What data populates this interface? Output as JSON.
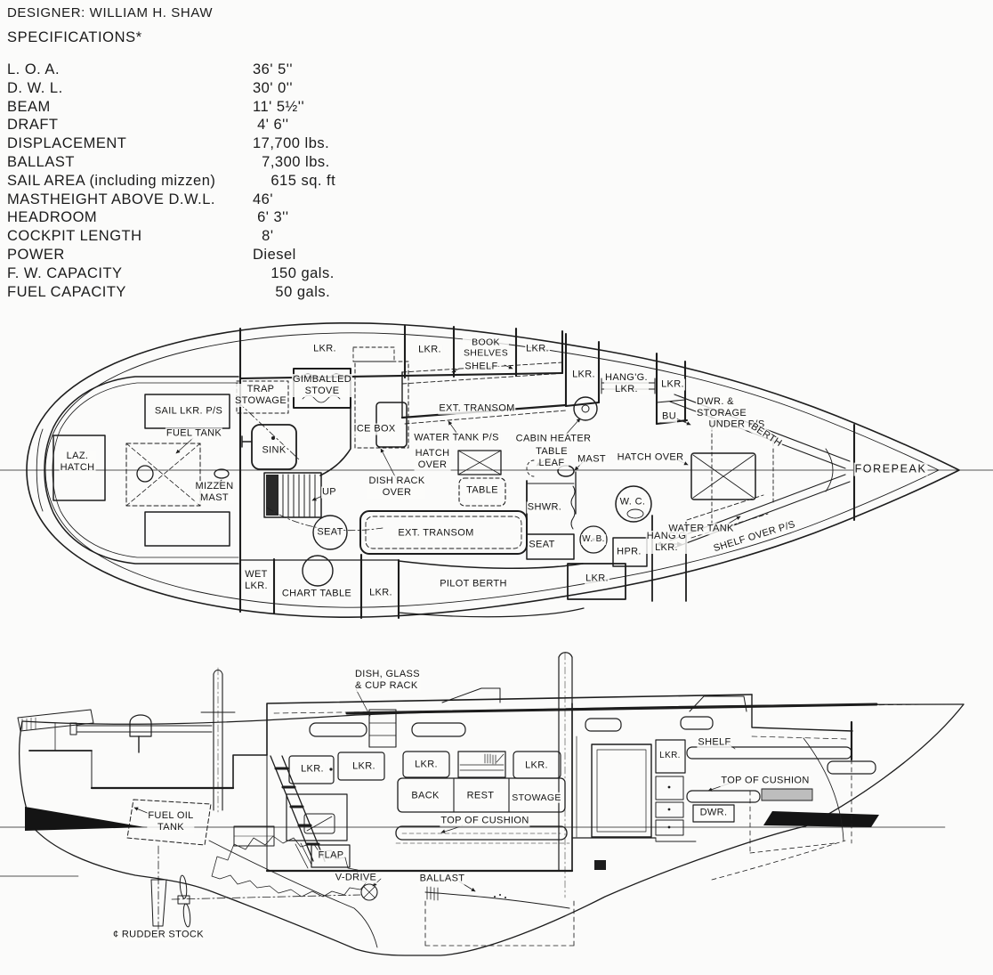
{
  "header": {
    "designer": "DESIGNER: WILLIAM H. SHAW",
    "title": "SPECIFICATIONS*"
  },
  "specs": [
    {
      "label": "L. O. A.",
      "value": "36' 5''"
    },
    {
      "label": "D. W. L.",
      "value": "30' 0''"
    },
    {
      "label": "BEAM",
      "value": "11' 5½''"
    },
    {
      "label": "DRAFT",
      "value": " 4' 6''"
    },
    {
      "label": "DISPLACEMENT",
      "value": "17,700 lbs."
    },
    {
      "label": "BALLAST",
      "value": "  7,300 lbs."
    },
    {
      "label": "SAIL AREA (including mizzen)",
      "value": "    615 sq. ft"
    },
    {
      "label": "MASTHEIGHT ABOVE D.W.L.",
      "value": "46'"
    },
    {
      "label": "HEADROOM",
      "value": " 6' 3''"
    },
    {
      "label": "COCKPIT LENGTH",
      "value": "  8'"
    },
    {
      "label": "POWER",
      "value": "Diesel"
    },
    {
      "label": "F. W. CAPACITY",
      "value": "    150 gals."
    },
    {
      "label": "FUEL CAPACITY",
      "value": "     50 gals."
    }
  ],
  "plan": {
    "lkr_galley_top": "LKR.",
    "lkr_top_2": "LKR.",
    "book_shelves": "BOOK\nSHELVES",
    "lkr_top_3": "LKR.",
    "shelf_top": "SHELF",
    "lkr_stbd_1": "LKR.",
    "hangg_lkr_fwd": "HANG'G.\nLKR.",
    "lkr_stbd_2": "LKR.",
    "dwr_storage": "DWR. &\nSTORAGE",
    "under_ps": "UNDER P/S",
    "berth": "BERTH",
    "bu": "BU",
    "cabin_heater": "CABIN HEATER",
    "table_leaf": "TABLE\nLEAF",
    "mast": "MAST",
    "hatch_over_fwd": "HATCH OVER",
    "forepeak": "FOREPEAK",
    "trap_stowage": "TRAP\nSTOWAGE",
    "gimballed_stove": "GIMBALLED\nSTOVE",
    "sink": "SINK",
    "ice_box": "ICE BOX",
    "dish_rack_over": "DISH RACK\nOVER",
    "up": "UP",
    "ext_transom_stbd": "EXT. TRANSOM",
    "water_tank_ps": "WATER TANK P/S",
    "hatch_over_mid": "HATCH\nOVER",
    "table": "TABLE",
    "sail_lkr": "SAIL LKR. P/S",
    "fuel_tank": "FUEL TANK",
    "laz_hatch": "LAZ.\nHATCH",
    "mizzen_mast": "MIZZEN\nMAST",
    "seat_port": "SEAT",
    "ext_transom_port": "EXT. TRANSOM",
    "wet_lkr": "WET\nLKR.",
    "chart_table": "CHART TABLE",
    "lkr_chart": "LKR.",
    "pilot_berth": "PILOT BERTH",
    "shwr": "SHWR.",
    "wc": "W. C.",
    "wb": "W. B.",
    "hpr": "HPR.",
    "seat_stbd": "SEAT",
    "lkr_aft_head": "LKR.",
    "hangg_lkr_aft": "HANG'G\nLKR.",
    "water_tank": "WATER TANK",
    "shelf_over_ps": "SHELF OVER P/S"
  },
  "profile": {
    "dish_glass_rack": "DISH, GLASS\n& CUP RACK",
    "lkr_aft_1": "LKR.",
    "lkr_aft_2": "LKR.",
    "lkr_saloon_1": "LKR.",
    "lkr_saloon_2": "LKR.",
    "back": "BACK",
    "rest": "REST",
    "stowage": "STOWAGE",
    "top_of_cushion_main": "TOP OF CUSHION",
    "lkr_head": "LKR.",
    "shelf": "SHELF",
    "top_of_cushion_fwd": "TOP OF CUSHION",
    "dwr": "DWR.",
    "fuel_oil_tank": "FUEL OIL\nTANK",
    "flap": "FLAP",
    "v_drive": "V-DRIVE",
    "ballast": "BALLAST",
    "rudder_stock": "¢ RUDDER STOCK"
  }
}
